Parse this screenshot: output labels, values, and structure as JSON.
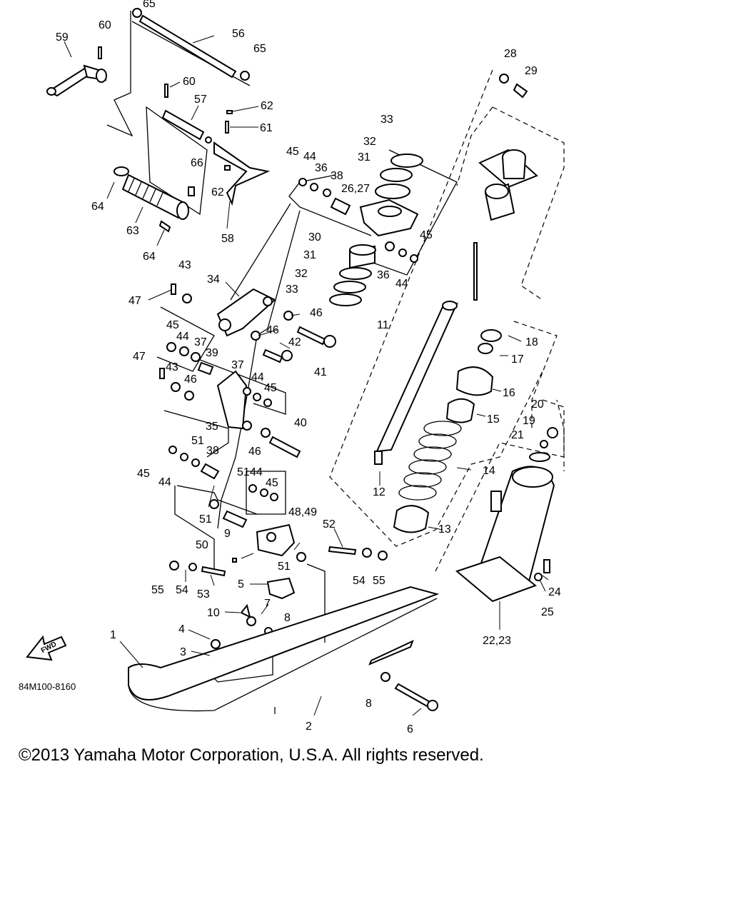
{
  "diagram": {
    "part_code": "84M100-8160",
    "fwd_label": "FWD",
    "callouts": [
      {
        "id": "c65a",
        "text": "65"
      },
      {
        "id": "c60a",
        "text": "60"
      },
      {
        "id": "c59",
        "text": "59"
      },
      {
        "id": "c56",
        "text": "56"
      },
      {
        "id": "c65b",
        "text": "65"
      },
      {
        "id": "c60b",
        "text": "60"
      },
      {
        "id": "c57",
        "text": "57"
      },
      {
        "id": "c62a",
        "text": "62"
      },
      {
        "id": "c61",
        "text": "61"
      },
      {
        "id": "c66",
        "text": "66"
      },
      {
        "id": "c62b",
        "text": "62"
      },
      {
        "id": "c58",
        "text": "58"
      },
      {
        "id": "c64a",
        "text": "64"
      },
      {
        "id": "c63",
        "text": "63"
      },
      {
        "id": "c64b",
        "text": "64"
      },
      {
        "id": "c28",
        "text": "28"
      },
      {
        "id": "c29",
        "text": "29"
      },
      {
        "id": "c33a",
        "text": "33"
      },
      {
        "id": "c32a",
        "text": "32"
      },
      {
        "id": "c31a",
        "text": "31"
      },
      {
        "id": "c45a",
        "text": "45"
      },
      {
        "id": "c44a",
        "text": "44"
      },
      {
        "id": "c36a",
        "text": "36"
      },
      {
        "id": "c38a",
        "text": "38"
      },
      {
        "id": "c2627",
        "text": "26,27"
      },
      {
        "id": "c45b",
        "text": "45"
      },
      {
        "id": "c30",
        "text": "30"
      },
      {
        "id": "c31b",
        "text": "31"
      },
      {
        "id": "c32b",
        "text": "32"
      },
      {
        "id": "c33b",
        "text": "33"
      },
      {
        "id": "c36b",
        "text": "36"
      },
      {
        "id": "c44b",
        "text": "44"
      },
      {
        "id": "c43a",
        "text": "43"
      },
      {
        "id": "c47a",
        "text": "47"
      },
      {
        "id": "c34",
        "text": "34"
      },
      {
        "id": "c46a",
        "text": "46"
      },
      {
        "id": "c46b",
        "text": "46"
      },
      {
        "id": "c11",
        "text": "11"
      },
      {
        "id": "c45c",
        "text": "45"
      },
      {
        "id": "c44c",
        "text": "44"
      },
      {
        "id": "c37a",
        "text": "37"
      },
      {
        "id": "c39",
        "text": "39"
      },
      {
        "id": "c42",
        "text": "42"
      },
      {
        "id": "c41",
        "text": "41"
      },
      {
        "id": "c47b",
        "text": "47"
      },
      {
        "id": "c43b",
        "text": "43"
      },
      {
        "id": "c46c",
        "text": "46"
      },
      {
        "id": "c37b",
        "text": "37"
      },
      {
        "id": "c44d",
        "text": "44"
      },
      {
        "id": "c45d",
        "text": "45"
      },
      {
        "id": "c18",
        "text": "18"
      },
      {
        "id": "c17",
        "text": "17"
      },
      {
        "id": "c16",
        "text": "16"
      },
      {
        "id": "c15",
        "text": "15"
      },
      {
        "id": "c35",
        "text": "35"
      },
      {
        "id": "c40",
        "text": "40"
      },
      {
        "id": "c46d",
        "text": "46"
      },
      {
        "id": "c51a",
        "text": "51"
      },
      {
        "id": "c38b",
        "text": "38"
      },
      {
        "id": "c45e",
        "text": "45"
      },
      {
        "id": "c44e",
        "text": "44"
      },
      {
        "id": "c51b",
        "text": "51"
      },
      {
        "id": "c44f",
        "text": "44"
      },
      {
        "id": "c45f",
        "text": "45"
      },
      {
        "id": "c20",
        "text": "20"
      },
      {
        "id": "c19",
        "text": "19"
      },
      {
        "id": "c21",
        "text": "21"
      },
      {
        "id": "c14",
        "text": "14"
      },
      {
        "id": "c12",
        "text": "12"
      },
      {
        "id": "c13",
        "text": "13"
      },
      {
        "id": "c4849",
        "text": "48,49"
      },
      {
        "id": "c52",
        "text": "52"
      },
      {
        "id": "c51c",
        "text": "51"
      },
      {
        "id": "c9",
        "text": "9"
      },
      {
        "id": "c50",
        "text": "50"
      },
      {
        "id": "c51d",
        "text": "51"
      },
      {
        "id": "c54a",
        "text": "54"
      },
      {
        "id": "c55a",
        "text": "55"
      },
      {
        "id": "c55b",
        "text": "55"
      },
      {
        "id": "c54b",
        "text": "54"
      },
      {
        "id": "c53",
        "text": "53"
      },
      {
        "id": "c5",
        "text": "5"
      },
      {
        "id": "c7",
        "text": "7"
      },
      {
        "id": "c10",
        "text": "10"
      },
      {
        "id": "c8a",
        "text": "8"
      },
      {
        "id": "c24",
        "text": "24"
      },
      {
        "id": "c25",
        "text": "25"
      },
      {
        "id": "c2223",
        "text": "22,23"
      },
      {
        "id": "c1",
        "text": "1"
      },
      {
        "id": "c4",
        "text": "4"
      },
      {
        "id": "c3",
        "text": "3"
      },
      {
        "id": "c8b",
        "text": "8"
      },
      {
        "id": "c6",
        "text": "6"
      },
      {
        "id": "c2",
        "text": "2"
      }
    ]
  },
  "footer": {
    "copyright": "©2013 Yamaha Motor Corporation, U.S.A. All rights reserved."
  }
}
